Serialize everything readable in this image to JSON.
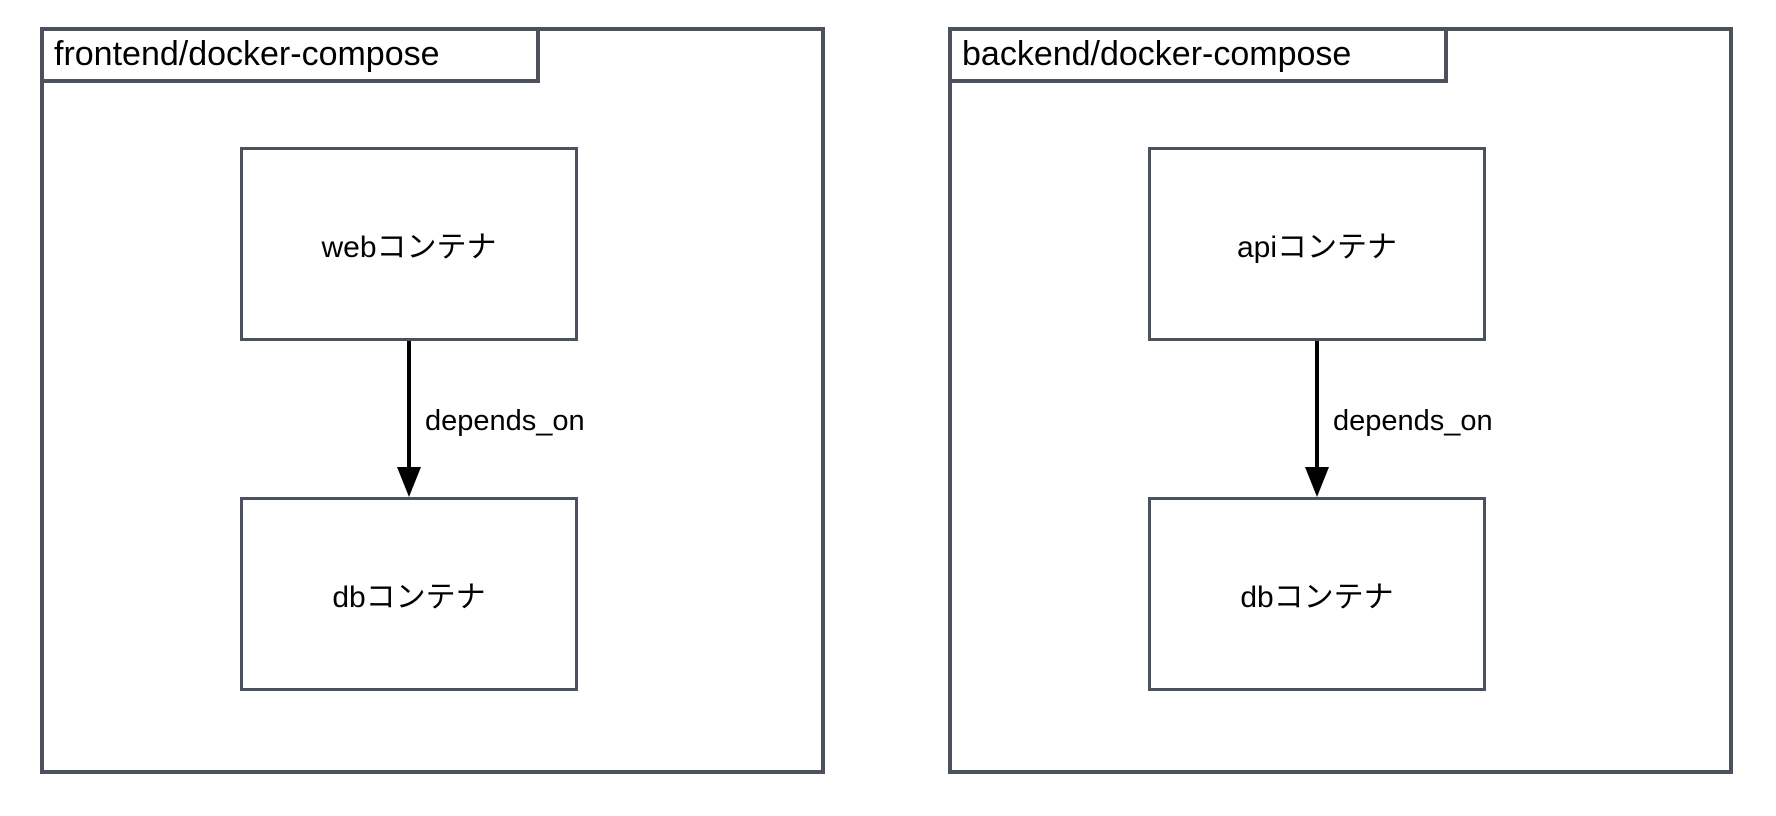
{
  "diagram": {
    "type": "flowchart",
    "clusters": [
      {
        "title": "frontend/docker-compose",
        "nodes": [
          {
            "id": "web",
            "label": "webコンテナ"
          },
          {
            "id": "db",
            "label": "dbコンテナ"
          }
        ],
        "edges": [
          {
            "from": "web",
            "to": "db",
            "label": "depends_on"
          }
        ]
      },
      {
        "title": "backend/docker-compose",
        "nodes": [
          {
            "id": "api",
            "label": "apiコンテナ"
          },
          {
            "id": "db",
            "label": "dbコンテナ"
          }
        ],
        "edges": [
          {
            "from": "api",
            "to": "db",
            "label": "depends_on"
          }
        ]
      }
    ],
    "colors": {
      "border": "#4b515d",
      "arrow": "#000000",
      "background": "#ffffff",
      "text": "#000000"
    }
  }
}
